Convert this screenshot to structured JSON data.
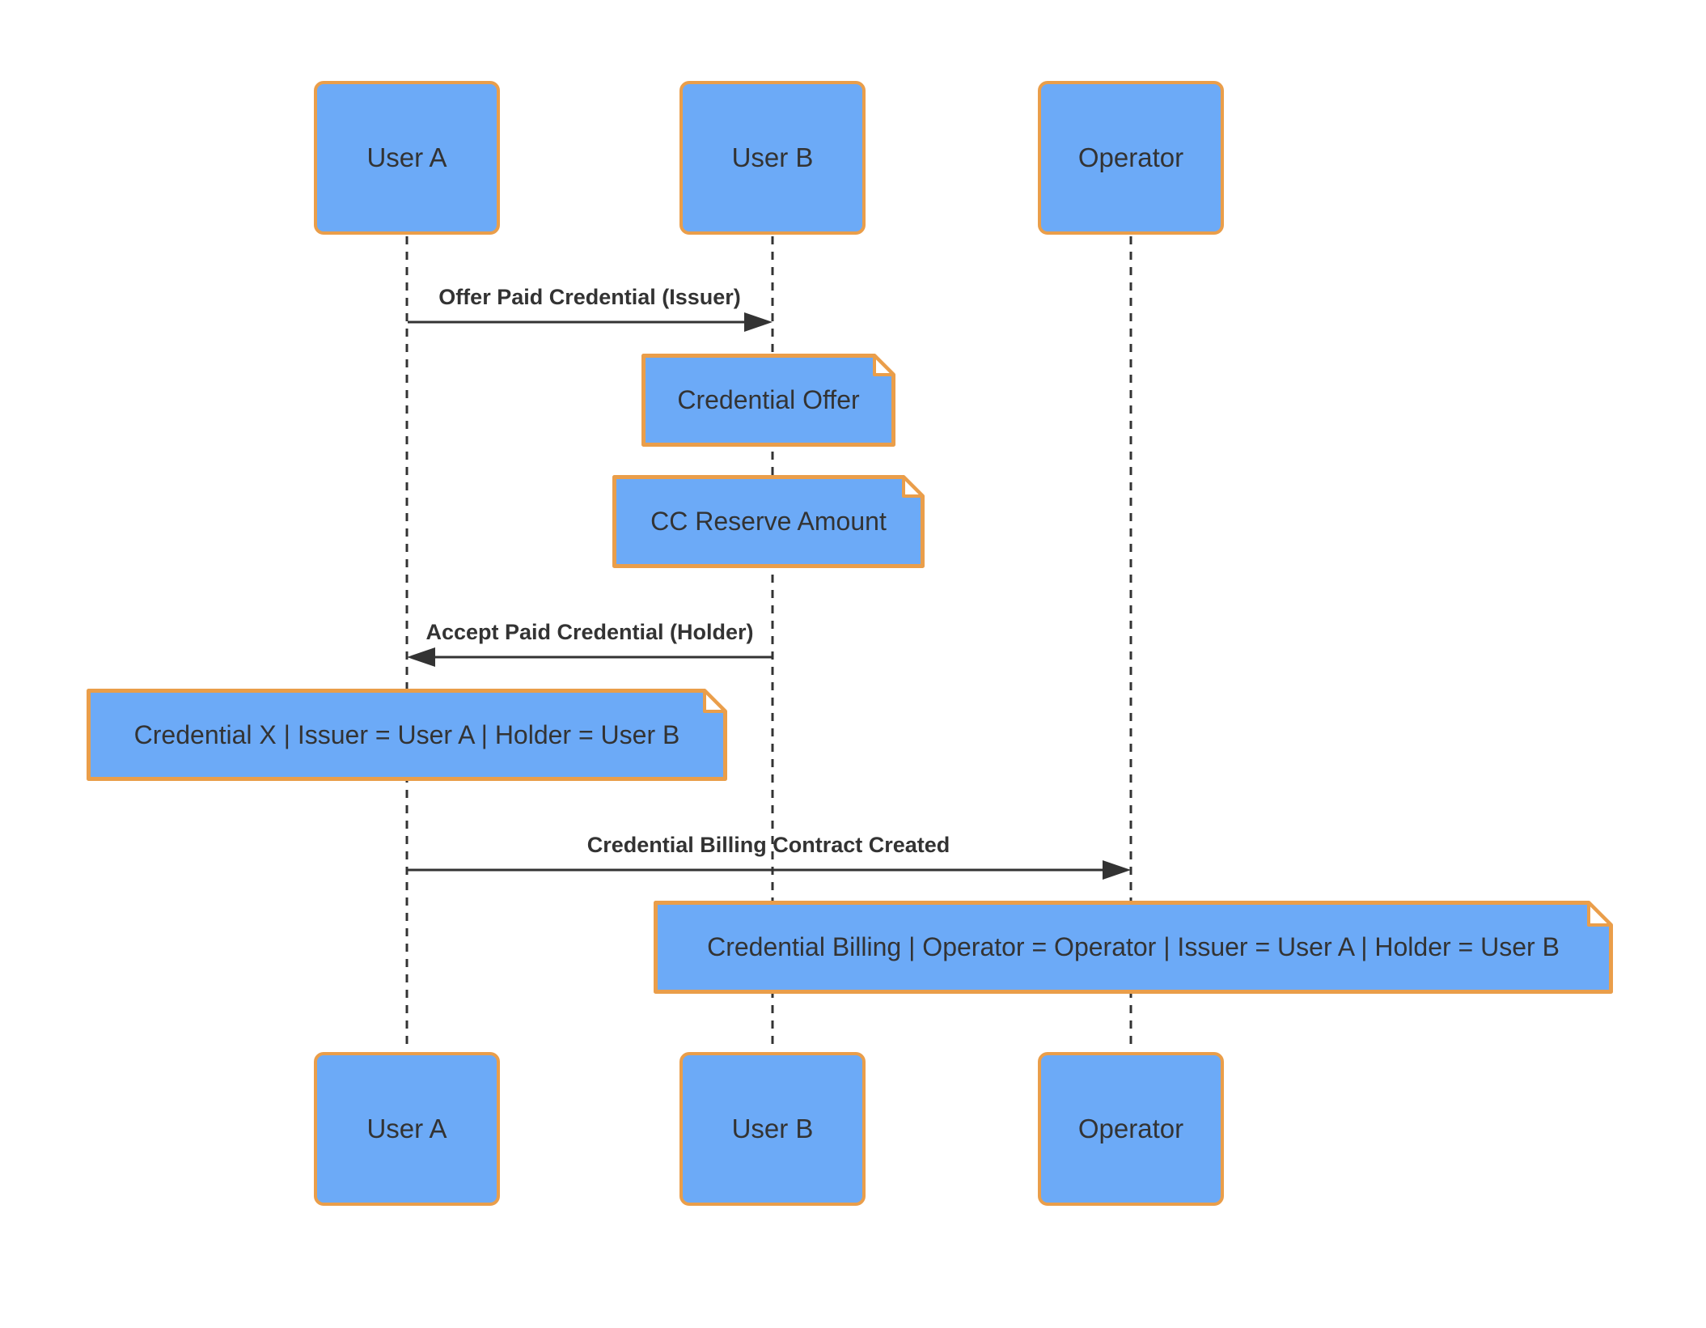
{
  "diagram": {
    "type": "uml-sequence",
    "actors": [
      {
        "id": "user-a",
        "label": "User A"
      },
      {
        "id": "user-b",
        "label": "User B"
      },
      {
        "id": "operator",
        "label": "Operator"
      }
    ],
    "messages": [
      {
        "from": "User A",
        "to": "User B",
        "label": "Offer Paid Credential (Issuer)"
      },
      {
        "from": "User B",
        "to": "User A",
        "label": "Accept Paid Credential (Holder)"
      },
      {
        "from": "User A",
        "to": "Operator",
        "label": "Credential Billing Contract Created"
      }
    ],
    "notes": [
      {
        "anchor": "User B",
        "label": "Credential Offer"
      },
      {
        "anchor": "User B",
        "label": "CC Reserve Amount"
      },
      {
        "anchor": "User A",
        "label": "Credential X | Issuer = User A | Holder = User B"
      },
      {
        "anchor": "Operator",
        "label": "Credential Billing | Operator = Operator | Issuer = User A | Holder = User B"
      }
    ],
    "colors": {
      "shape_fill": "#6CAAF7",
      "shape_border": "#EA9E4A",
      "note_fold_fill": "#FFFFFF",
      "line": "#333333",
      "text": "#333333",
      "background": "#FFFFFF"
    }
  }
}
